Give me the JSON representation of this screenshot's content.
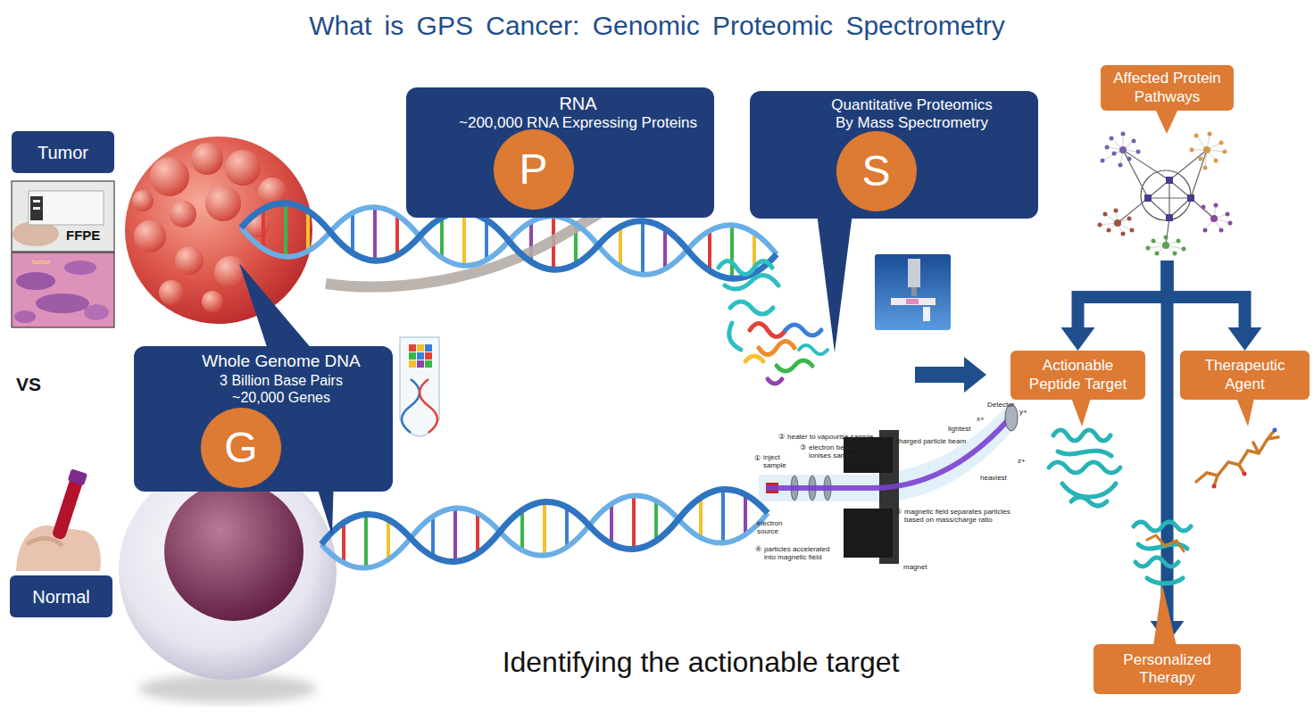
{
  "diagram": {
    "title": "What is GPS Cancer: Genomic Proteomic Spectrometry",
    "caption": "Identifying the actionable target",
    "nodes": [
      {
        "text": [
          "Tumor"
        ]
      },
      {
        "text": [
          "RNA",
          "~200,000 RNA Expressing Proteins"
        ]
      },
      {
        "text": [
          "P"
        ],
        "in": 1
      },
      {
        "text": [
          "Quantitative Proteomics By Mass Spectrometry"
        ]
      },
      {
        "text": [
          "S"
        ],
        "in": 3
      },
      {
        "text": [
          "Affected Protein Pathways"
        ]
      },
      {
        "text": [
          "Actionable Peptide Target"
        ]
      },
      {
        "text": [
          "Therapeutic Agent"
        ]
      },
      {
        "text": [
          "Whole Genome DNA",
          "3 Billion Base Pairs ~20,000 Genes"
        ]
      },
      {
        "text": [
          "G"
        ],
        "in": 8
      },
      {
        "text": [
          "Normal"
        ]
      },
      {
        "text": [
          "Personalized Therapy"
        ]
      }
    ],
    "edges": [
      {
        "from": 5,
        "to": 6,
        "arrow": "to"
      },
      {
        "from": 5,
        "to": 7,
        "arrow": "to"
      },
      {
        "from": 5,
        "to": 11,
        "arrow": "to"
      }
    ],
    "labels": [
      "FFPE",
      "tumor",
      "VS",
      "①",
      "inject sample",
      "②",
      "heater to vapourise sample",
      "③",
      "electron beam ionises sample",
      "charged particle beam",
      "Detector",
      "x+",
      "y+",
      "z+",
      "lightest",
      "heaviest",
      "electron source",
      "④",
      "particles accelerated into magnetic field",
      "⑤",
      "magnetic field separates particles based on mass/charge ratio",
      "magnet"
    ]
  }
}
